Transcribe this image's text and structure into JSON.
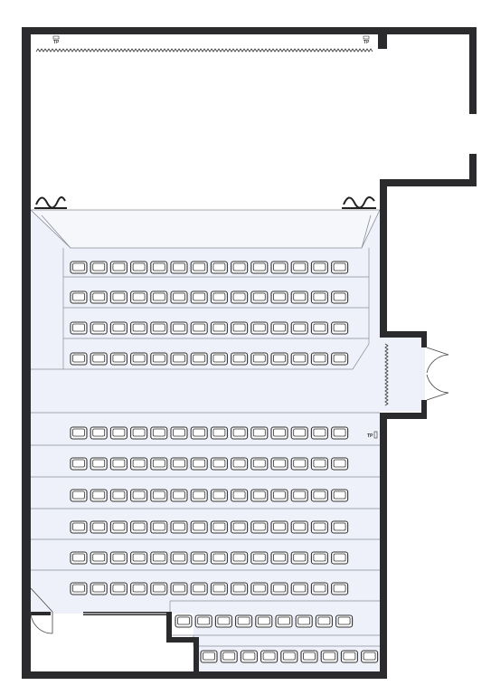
{
  "plan": {
    "tp_labels": [
      "TP",
      "TP",
      "TP"
    ],
    "colors": {
      "wall": "#2b2b2d",
      "floor": "#eef1f9",
      "line": "#8a8f99",
      "seat": "#333333",
      "seat_fill": "#ffffff"
    },
    "seating": {
      "upper_block_rows": 4,
      "lower_block_rows": 6,
      "seats_per_full_row": 14,
      "rear_step_rows": [
        {
          "seats": 9
        },
        {
          "seats": 9
        }
      ]
    }
  }
}
